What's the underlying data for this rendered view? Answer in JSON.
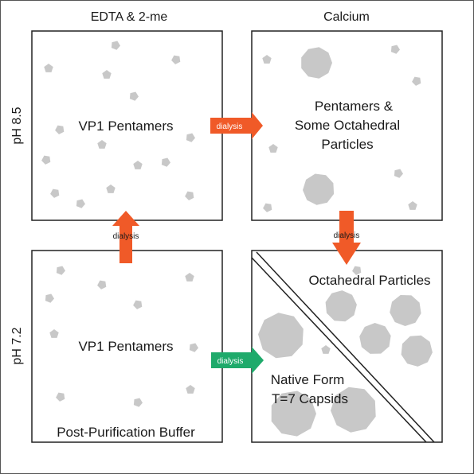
{
  "columns": {
    "left": "EDTA & 2-me",
    "right": "Calcium"
  },
  "rows": {
    "top": "pH 8.5",
    "bottom": "pH 7.2"
  },
  "boxes": {
    "top_left": {
      "label": "VP1 Pentamers"
    },
    "top_right": {
      "label_lines": [
        "Pentamers &",
        "Some Octahedral",
        "Particles"
      ]
    },
    "bottom_left": {
      "label": "VP1 Pentamers",
      "caption": "Post-Purification Buffer"
    },
    "bottom_right": {
      "upper_label": "Octahedral Particles",
      "lower_label_lines": [
        "Native Form",
        "T=7 Capsids"
      ]
    }
  },
  "arrows": {
    "top_horizontal": {
      "label": "dialysis",
      "color": "#f05a28"
    },
    "left_vertical": {
      "label": "dialysis",
      "color": "#f05a28"
    },
    "right_vertical": {
      "label": "dialysis",
      "color": "#f05a28"
    },
    "bottom_horizontal": {
      "label": "dialysis",
      "color": "#1faa6b"
    }
  },
  "colors": {
    "particle": "#c8c8c8",
    "border": "#222222"
  }
}
